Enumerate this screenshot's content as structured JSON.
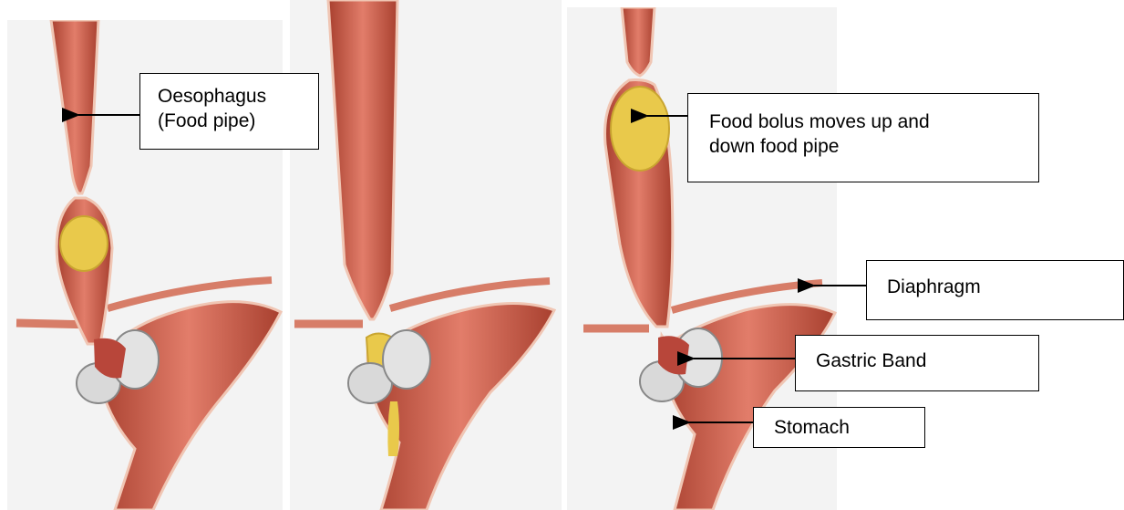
{
  "labels": {
    "oesophagus": {
      "line1": "Oesophagus",
      "line2": "(Food pipe)"
    },
    "food_bolus": {
      "line1": "Food bolus moves up and",
      "line2": "down food pipe"
    },
    "diaphragm": {
      "text": "Diaphragm"
    },
    "gastric_band": {
      "text": "Gastric Band"
    },
    "stomach": {
      "text": "Stomach"
    }
  },
  "colors": {
    "muscle": "#c9584a",
    "muscle_dark": "#a8402f",
    "muscle_light": "#e27d6a",
    "lining": "#f0c6b4",
    "bolus": "#e9c94b",
    "band": "#d9d9d9",
    "panel_bg": "#f3f3f3"
  }
}
